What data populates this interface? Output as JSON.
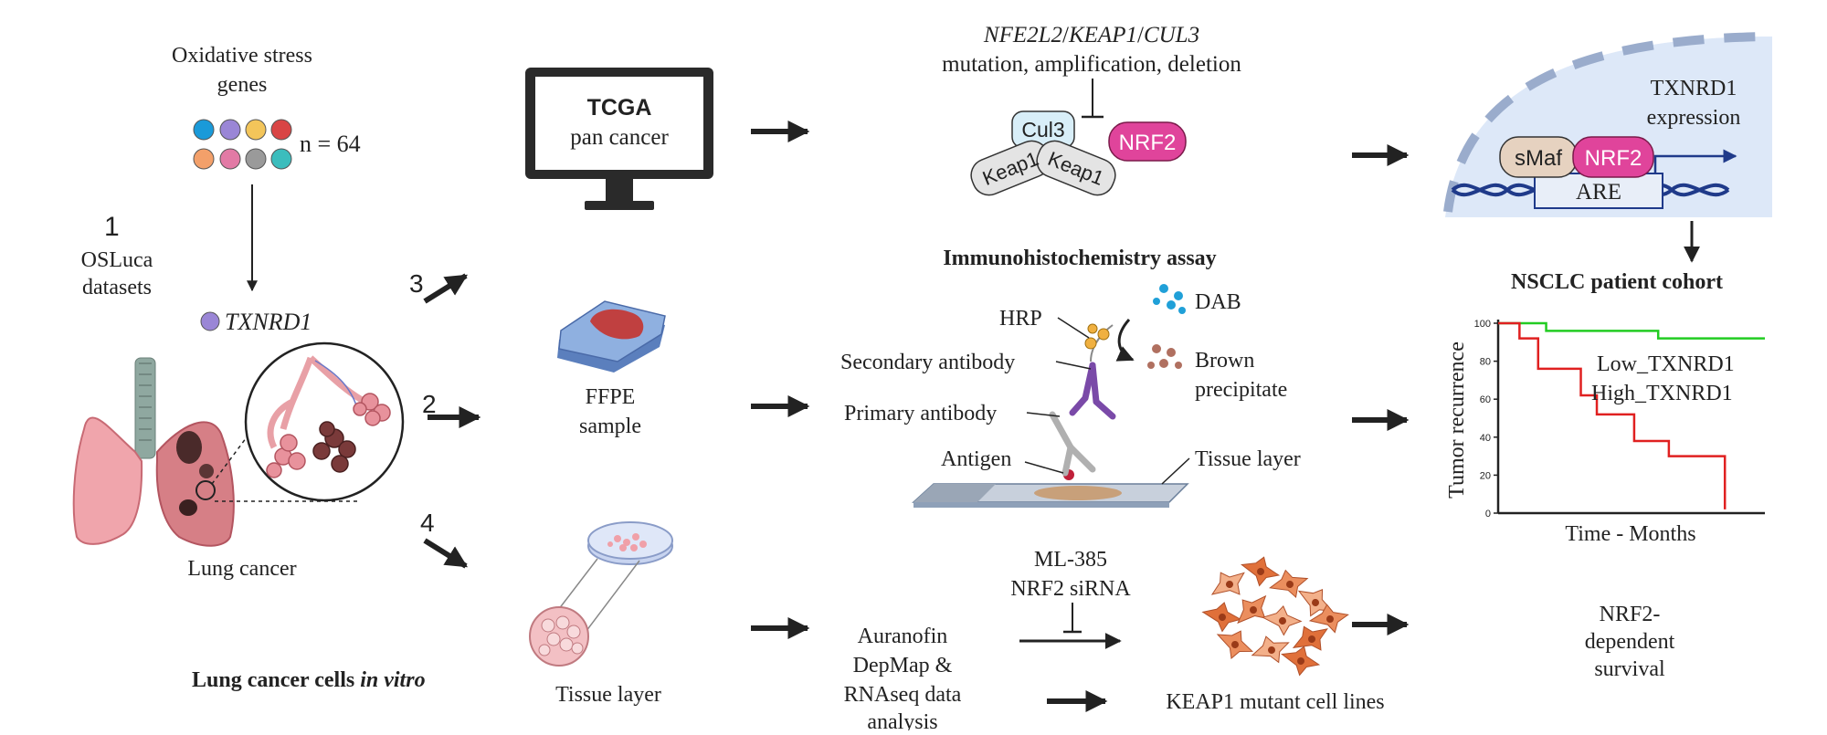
{
  "figure": {
    "oxidative_genes_line1": "Oxidative stress",
    "oxidative_genes_line2": "genes",
    "gene_count": "n = 64",
    "step1_number": "1",
    "osluca_line1": "OSLuca",
    "osluca_line2": "datasets",
    "txnrd1_label": "TXNRD1",
    "lung_cancer_label": "Lung cancer",
    "lung_cells_prefix": "Lung cancer cells ",
    "lung_cells_italic": "in vitro",
    "step3_number": "3",
    "step2_number": "2",
    "step4_number": "4",
    "tcga_line1": "TCGA",
    "tcga_line2": "pan cancer",
    "ffpe_line1": "FFPE",
    "ffpe_line2": "sample",
    "tissue_layer_bottom": "Tissue layer",
    "nfe2l2": "NFE2L2",
    "keap1_gene": "KEAP1",
    "cul3_gene": "CUL3",
    "slash": "/",
    "mutation_text": "mutation, amplification, deletion",
    "cul3_protein": "Cul3",
    "keap1_protein": "Keap1",
    "nrf2": "NRF2",
    "ihc_title": "Immunohistochemistry assay",
    "hrp": "HRP",
    "dab": "DAB",
    "brown_line1": "Brown",
    "brown_line2": "precipitate",
    "secondary_antibody": "Secondary antibody",
    "primary_antibody": "Primary antibody",
    "antigen": "Antigen",
    "tissue_layer_ihc": "Tissue layer",
    "ml385": "ML-385",
    "nrf2_sirna": "NRF2 siRNA",
    "auranofin_line1": "Auranofin",
    "auranofin_line2": "DepMap &",
    "auranofin_line3": "RNAseq data",
    "auranofin_line4": "analysis",
    "keap1_mutant": "KEAP1 mutant cell lines",
    "txnrd1_expr_line1": "TXNRD1",
    "txnrd1_expr_line2": "expression",
    "smaf": "sMaf",
    "are": "ARE",
    "nsclc_title": "NSCLC patient cohort",
    "nrf2_dep_line1": "NRF2-",
    "nrf2_dep_line2": "dependent",
    "nrf2_dep_line3": "survival"
  },
  "colors": {
    "nrf2_fill": "#e0449b",
    "high_line": "#e02020",
    "low_line": "#22cc22",
    "nucleus_fill": "#dde8f8",
    "dna": "#1f3a8a",
    "cell_orange": "#e0703a"
  },
  "chart_data": {
    "type": "line",
    "title": "",
    "xlabel": "Time - Months",
    "ylabel": "Tumor recurrence",
    "yticks": [
      0,
      20,
      40,
      60,
      80,
      100
    ],
    "ylim": [
      0,
      100
    ],
    "xlim": [
      0,
      100
    ],
    "legend_placement": "top-right",
    "series": [
      {
        "name": "Low_TXNRD1",
        "step": true,
        "x": [
          0,
          18,
          60,
          100
        ],
        "y": [
          100,
          96,
          92,
          92
        ]
      },
      {
        "name": "High_TXNRD1",
        "step": true,
        "x": [
          0,
          8,
          15,
          31,
          37,
          51,
          64,
          85
        ],
        "y": [
          100,
          92,
          76,
          62,
          52,
          38,
          30,
          2
        ]
      }
    ]
  }
}
